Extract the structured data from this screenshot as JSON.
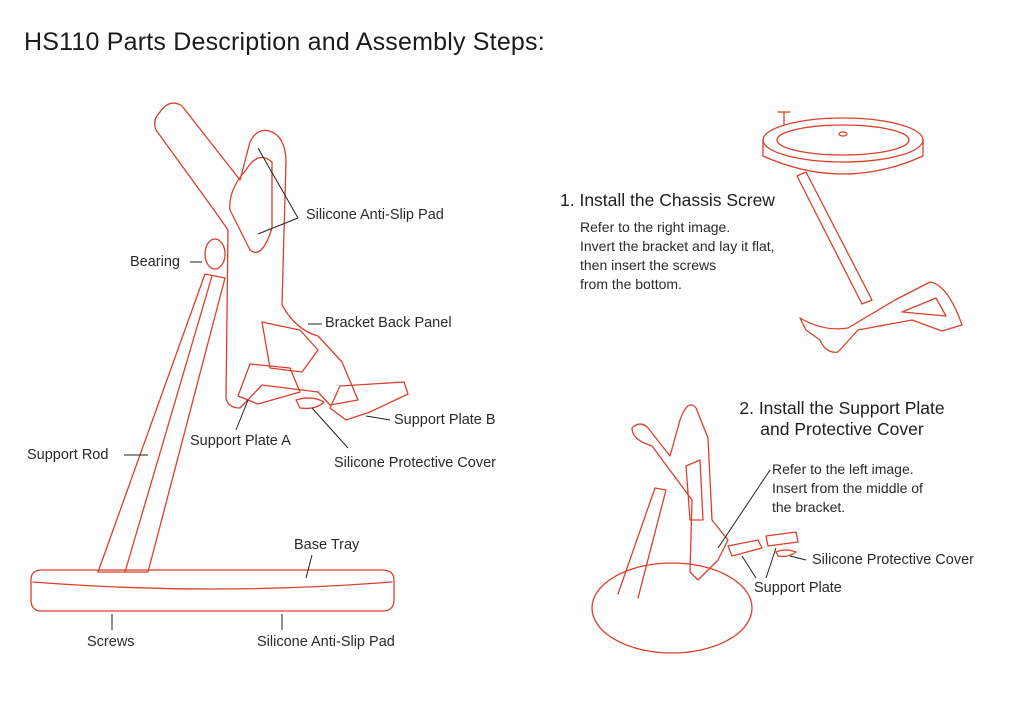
{
  "title": "HS110 Parts Description and Assembly Steps:",
  "colors": {
    "line": "#d9402b",
    "leader": "#222222",
    "text": "#2a2a2a"
  },
  "parts": {
    "silicone_anti_slip_pad_top": "Silicone Anti-Slip Pad",
    "bearing": "Bearing",
    "bracket_back_panel": "Bracket Back Panel",
    "support_plate_b": "Support Plate B",
    "support_plate_a": "Support Plate A",
    "silicone_protective_cover": "Silicone Protective Cover",
    "support_rod": "Support Rod",
    "base_tray": "Base Tray",
    "screws": "Screws",
    "silicone_anti_slip_pad_bottom": "Silicone Anti-Slip Pad"
  },
  "steps": [
    {
      "title": "1. Install the Chassis Screw",
      "lines": [
        "Refer to the right image.",
        "Invert the bracket and lay it flat,",
        "then insert the screws",
        "from the bottom."
      ]
    },
    {
      "title_lines": [
        "2. Install the Support Plate",
        "and Protective Cover"
      ],
      "lines": [
        "Refer to the left image.",
        "Insert from the middle of",
        "the bracket."
      ],
      "labels": {
        "silicone_protective_cover": "Silicone Protective Cover",
        "support_plate": "Support Plate"
      }
    }
  ]
}
